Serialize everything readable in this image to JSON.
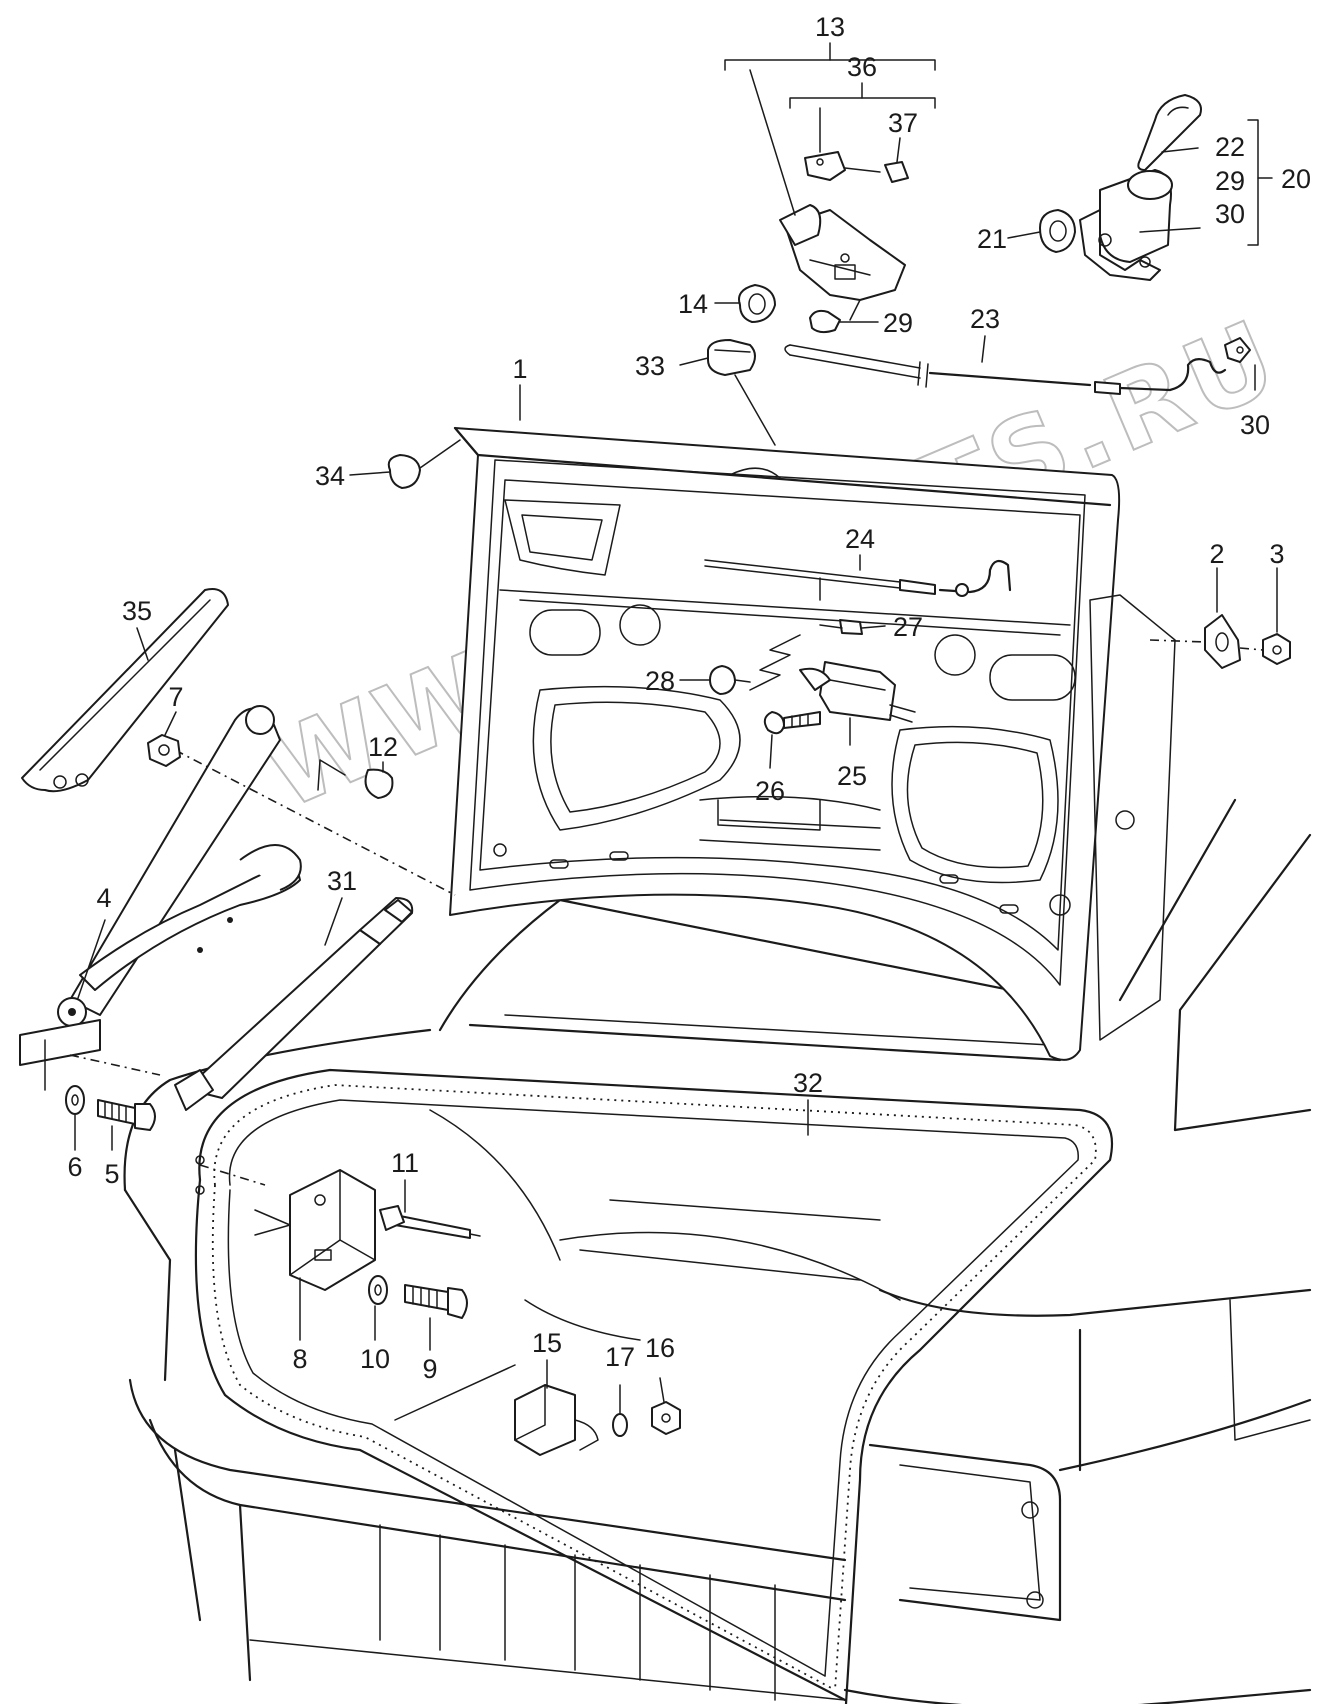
{
  "watermark": "WWW.ELCATS.RU",
  "callouts": [
    "1",
    "2",
    "3",
    "4",
    "5",
    "6",
    "7",
    "8",
    "9",
    "10",
    "11",
    "12",
    "13",
    "14",
    "15",
    "16",
    "17",
    "20",
    "21",
    "22",
    "23",
    "24",
    "25",
    "26",
    "27",
    "28",
    "29",
    "30",
    "31",
    "32",
    "33",
    "34",
    "35",
    "36",
    "37"
  ],
  "group_labels": {
    "assembly_13": "13",
    "assembly_36": "36",
    "assembly_20": "20",
    "key_list": [
      "22",
      "29",
      "30"
    ]
  },
  "second_labels": {
    "29b": "29",
    "30b": "30"
  }
}
